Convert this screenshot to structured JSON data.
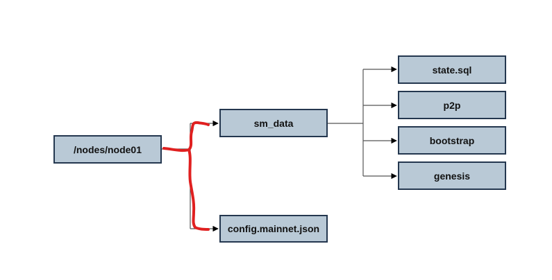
{
  "colors": {
    "node_fill": "#b9c9d6",
    "node_border": "#24374f",
    "connector": "#555555",
    "annotation": "#e02020"
  },
  "nodes": {
    "root": "/nodes/node01",
    "sm_data": "sm_data",
    "config": "config.mainnet.json",
    "state": "state.sql",
    "p2p": "p2p",
    "bootstrap": "bootstrap",
    "genesis": "genesis"
  }
}
